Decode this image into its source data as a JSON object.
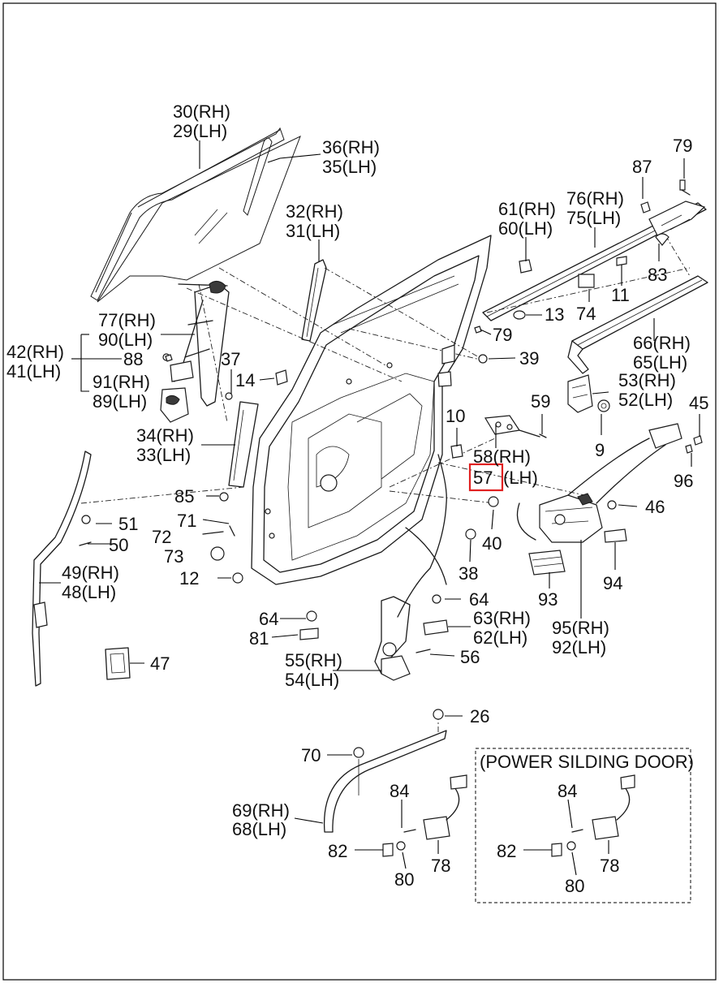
{
  "diagram": {
    "highlighted_callout": "57",
    "highlight_color": "#e02020",
    "inset_title": "(POWER SILDING DOOR)",
    "callouts": [
      {
        "id": "c30",
        "text": "30(RH)"
      },
      {
        "id": "c29",
        "text": "29(LH)"
      },
      {
        "id": "c36",
        "text": "36(RH)"
      },
      {
        "id": "c35",
        "text": "35(LH)"
      },
      {
        "id": "c32",
        "text": "32(RH)"
      },
      {
        "id": "c31",
        "text": "31(LH)"
      },
      {
        "id": "c61",
        "text": "61(RH)"
      },
      {
        "id": "c60",
        "text": "60(LH)"
      },
      {
        "id": "c76",
        "text": "76(RH)"
      },
      {
        "id": "c75",
        "text": "75(LH)"
      },
      {
        "id": "c79a",
        "text": "79"
      },
      {
        "id": "c87",
        "text": "87"
      },
      {
        "id": "c83",
        "text": "83"
      },
      {
        "id": "c11",
        "text": "11"
      },
      {
        "id": "c74",
        "text": "74"
      },
      {
        "id": "c13",
        "text": "13"
      },
      {
        "id": "c79b",
        "text": "79"
      },
      {
        "id": "c66",
        "text": "66(RH)"
      },
      {
        "id": "c65",
        "text": "65(LH)"
      },
      {
        "id": "c77",
        "text": "77(RH)"
      },
      {
        "id": "c90",
        "text": "90(LH)"
      },
      {
        "id": "c42",
        "text": "42(RH)"
      },
      {
        "id": "c41",
        "text": "41(LH)"
      },
      {
        "id": "c88",
        "text": "88"
      },
      {
        "id": "c91",
        "text": "91(RH)"
      },
      {
        "id": "c89",
        "text": "89(LH)"
      },
      {
        "id": "c37",
        "text": "37"
      },
      {
        "id": "c14",
        "text": "14"
      },
      {
        "id": "c39",
        "text": "39"
      },
      {
        "id": "c53",
        "text": "53(RH)"
      },
      {
        "id": "c52",
        "text": "52(LH)"
      },
      {
        "id": "c59",
        "text": "59"
      },
      {
        "id": "c45",
        "text": "45"
      },
      {
        "id": "c10",
        "text": "10"
      },
      {
        "id": "c9",
        "text": "9"
      },
      {
        "id": "c34",
        "text": "34(RH)"
      },
      {
        "id": "c33",
        "text": "33(LH)"
      },
      {
        "id": "c58",
        "text": "58(RH)"
      },
      {
        "id": "c57",
        "text": "57"
      },
      {
        "id": "c57lh",
        "text": "(LH)"
      },
      {
        "id": "c96",
        "text": "96"
      },
      {
        "id": "c85",
        "text": "85"
      },
      {
        "id": "c51",
        "text": "51"
      },
      {
        "id": "c71",
        "text": "71"
      },
      {
        "id": "c46",
        "text": "46"
      },
      {
        "id": "c72",
        "text": "72"
      },
      {
        "id": "c50",
        "text": "50"
      },
      {
        "id": "c40",
        "text": "40"
      },
      {
        "id": "c73",
        "text": "73"
      },
      {
        "id": "c38",
        "text": "38"
      },
      {
        "id": "c94",
        "text": "94"
      },
      {
        "id": "c49",
        "text": "49(RH)"
      },
      {
        "id": "c48",
        "text": "48(LH)"
      },
      {
        "id": "c12",
        "text": "12"
      },
      {
        "id": "c93",
        "text": "93"
      },
      {
        "id": "c64a",
        "text": "64"
      },
      {
        "id": "c64b",
        "text": "64"
      },
      {
        "id": "c63",
        "text": "63(RH)"
      },
      {
        "id": "c62",
        "text": "62(LH)"
      },
      {
        "id": "c95",
        "text": "95(RH)"
      },
      {
        "id": "c92",
        "text": "92(LH)"
      },
      {
        "id": "c81",
        "text": "81"
      },
      {
        "id": "c56",
        "text": "56"
      },
      {
        "id": "c47",
        "text": "47"
      },
      {
        "id": "c55",
        "text": "55(RH)"
      },
      {
        "id": "c54",
        "text": "54(LH)"
      },
      {
        "id": "c26",
        "text": "26"
      },
      {
        "id": "c70",
        "text": "70"
      },
      {
        "id": "c84a",
        "text": "84"
      },
      {
        "id": "c84b",
        "text": "84"
      },
      {
        "id": "c69",
        "text": "69(RH)"
      },
      {
        "id": "c68",
        "text": "68(LH)"
      },
      {
        "id": "c82a",
        "text": "82"
      },
      {
        "id": "c82b",
        "text": "82"
      },
      {
        "id": "c78a",
        "text": "78"
      },
      {
        "id": "c78b",
        "text": "78"
      },
      {
        "id": "c80a",
        "text": "80"
      },
      {
        "id": "c80b",
        "text": "80"
      }
    ]
  }
}
